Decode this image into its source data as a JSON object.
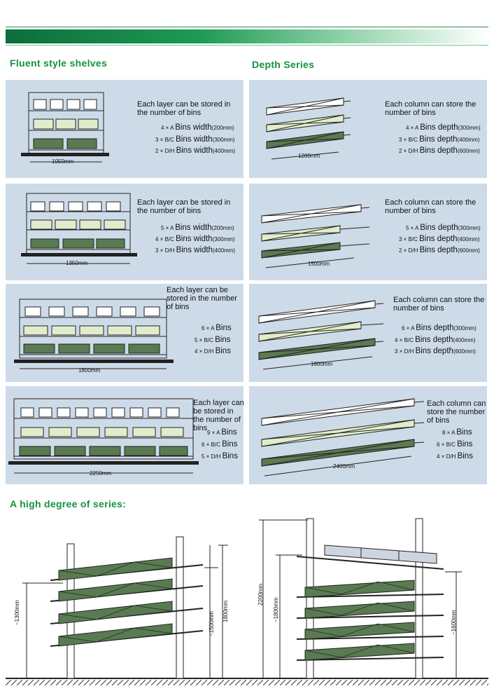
{
  "headings": {
    "fluent": "Fluent style shelves",
    "depth": "Depth Series",
    "series": "A high degree of series:"
  },
  "fluent_panels": [
    {
      "width": "1050mm",
      "text": "Each layer can be stored in the number of bins",
      "lines": [
        {
          "pre": "4 × A",
          "big": "Bins width",
          "post": "200mm)"
        },
        {
          "pre": "3 × B/C",
          "big": "Bins width",
          "post": "300mm)"
        },
        {
          "pre": "2 × D/H",
          "big": "Bins width",
          "post": "400mm)"
        }
      ]
    },
    {
      "width": "1350mm",
      "text": "Each layer can be stored in the number of bins",
      "lines": [
        {
          "pre": "5 × A",
          "big": "Bins width",
          "post": "200mm)"
        },
        {
          "pre": "4 × B/C",
          "big": "Bins width",
          "post": "300mm)"
        },
        {
          "pre": "3 × D/H",
          "big": "Bins width",
          "post": "400mm)"
        }
      ]
    },
    {
      "width": "1800mm",
      "text": "Each layer can be stored in the number of bins",
      "lines": [
        {
          "pre": "6 × A",
          "big": "Bins",
          "post": ""
        },
        {
          "pre": "5 × B/C",
          "big": "Bins",
          "post": ""
        },
        {
          "pre": "4 × D/H",
          "big": "Bins",
          "post": ""
        }
      ]
    },
    {
      "width": "2250mm",
      "text": "Each layer can be stored in the number of bins",
      "lines": [
        {
          "pre": "9 × A",
          "big": "Bins",
          "post": ""
        },
        {
          "pre": "6 × B/C",
          "big": "Bins",
          "post": ""
        },
        {
          "pre": "5 × D/H",
          "big": "Bins",
          "post": ""
        }
      ]
    }
  ],
  "depth_panels": [
    {
      "depth": "1200mm",
      "text": "Each column can store the number of bins",
      "lines": [
        {
          "pre": "4 × A",
          "big": "Bins depth",
          "post": "300mm)"
        },
        {
          "pre": "3 × B/C",
          "big": "Bins depth",
          "post": "400mm)"
        },
        {
          "pre": "2 × D/H",
          "big": "Bins depth",
          "post": "600mm)"
        }
      ]
    },
    {
      "depth": "1500mm",
      "text": "Each column can store the number of bins",
      "lines": [
        {
          "pre": "5 × A",
          "big": "Bins depth",
          "post": "300mm)"
        },
        {
          "pre": "3 × B/C",
          "big": "Bins depth",
          "post": "400mm)"
        },
        {
          "pre": "2 × D/H",
          "big": "Bins depth",
          "post": "600mm)"
        }
      ]
    },
    {
      "depth": "1800mm",
      "text": "Each column can store the number of bins",
      "lines": [
        {
          "pre": "6 × A",
          "big": "Bins depth",
          "post": "300mm)"
        },
        {
          "pre": "4 × B/C",
          "big": "Bins depth",
          "post": "400mm)"
        },
        {
          "pre": "3 × D/H",
          "big": "Bins depth",
          "post": "600mm)"
        }
      ]
    },
    {
      "depth": "2400mm",
      "text": "Each column can store the number of bins",
      "lines": [
        {
          "pre": "8 × A",
          "big": "Bins",
          "post": ""
        },
        {
          "pre": "6 × B/C",
          "big": "Bins",
          "post": ""
        },
        {
          "pre": "4 × D/H",
          "big": "Bins",
          "post": ""
        }
      ]
    }
  ],
  "dimensions": {
    "left_1300": "~1300mm",
    "left_1500": "~1500mm",
    "left_1800": "1800mm",
    "right_2200": "2200mm",
    "right_1800": "~1800mm",
    "right_1600": "~1600mm"
  },
  "colors": {
    "panel_bg": "#cddbe9",
    "accent_green": "#14913f",
    "bin_light": "#e1eccc",
    "bin_dark": "#5a7a52"
  }
}
